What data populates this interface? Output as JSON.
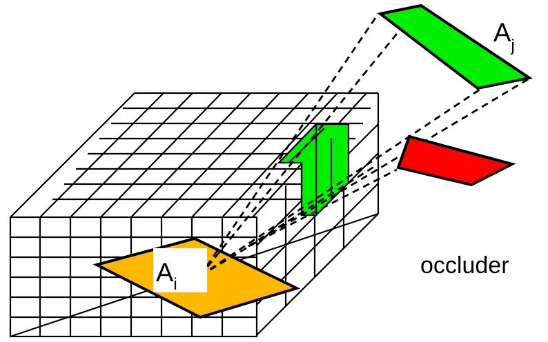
{
  "labels": {
    "source_patch": "A",
    "source_index": "i",
    "target_patch": "A",
    "target_index": "j",
    "occluder": "occluder"
  },
  "colors": {
    "source_patch": "#ffb800",
    "target_patch": "#00ee00",
    "occluder": "#ff0000",
    "grid": "#000000",
    "background": "#ffffff"
  }
}
